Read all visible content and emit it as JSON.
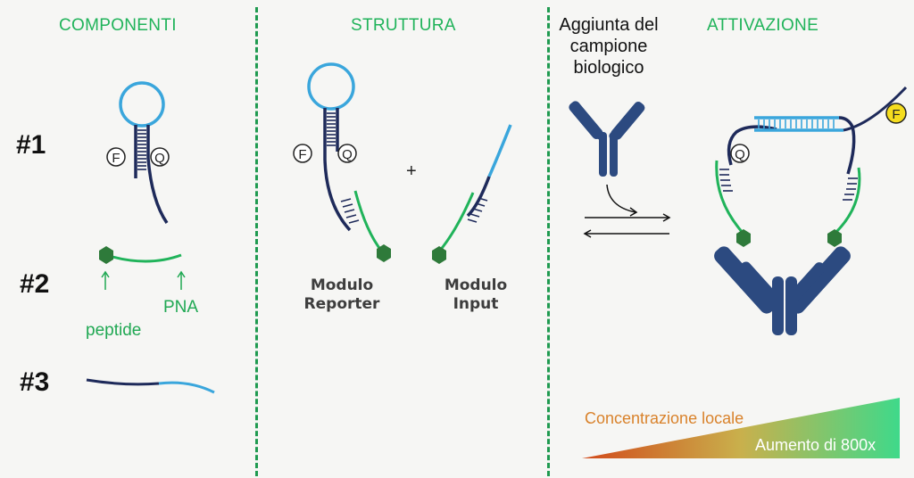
{
  "sections": {
    "components": "COMPONENTI",
    "structure": "STRUTTURA",
    "activation": "ATTIVAZIONE"
  },
  "rows": {
    "r1": "#1",
    "r2": "#2",
    "r3": "#3"
  },
  "components_labels": {
    "peptide": "peptide",
    "pna": "PNA"
  },
  "probe_labels": {
    "fluorophore": "F",
    "quencher": "Q"
  },
  "plus_sign": "+",
  "modules": {
    "reporter_line1": "Modulo",
    "reporter_line2": "Reporter",
    "input_line1": "Modulo",
    "input_line2": "Input"
  },
  "sample": {
    "line1": "Aggiunta del",
    "line2": "campione",
    "line3": "biologico"
  },
  "concentration": {
    "label": "Concentrazione locale",
    "increase": "Aumento di 800x"
  },
  "colors": {
    "green": "#20b35a",
    "light_blue": "#3aa6dc",
    "navy": "#1e2a5a",
    "antibody": "#2c4a80",
    "hexagon": "#2e7a3a",
    "fluor_yellow": "#f5dd1e"
  }
}
